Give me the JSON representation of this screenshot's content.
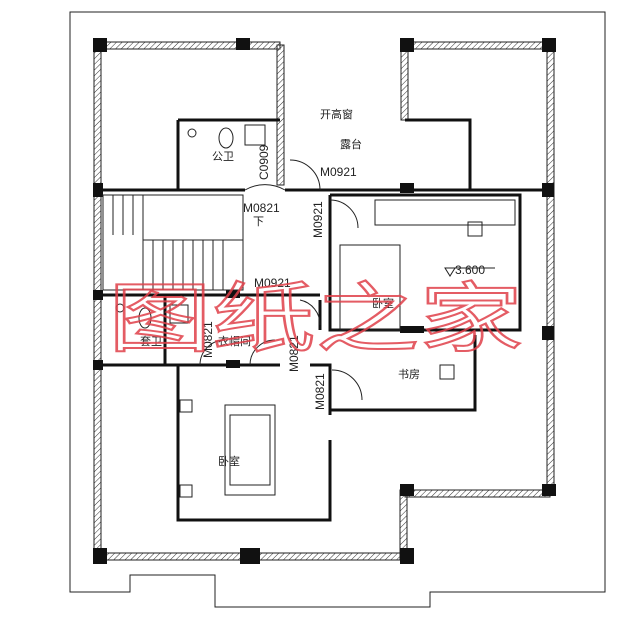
{
  "plan": {
    "labels": {
      "high_window": "开高窗",
      "terrace": "露台",
      "public_bath": "公卫",
      "window_c0909": "C0909",
      "door_terrace": "M0921",
      "door_bath": "M0821",
      "stairs_down": "下",
      "door_vertical_1": "M0921",
      "door_hall": "M0921",
      "elevation": "3.600",
      "bedroom_1": "卧室",
      "ensuite": "套卫",
      "door_ensuite": "M0821",
      "closet": "衣帽间",
      "door_closet": "M0821",
      "study": "书房",
      "door_study": "M0821",
      "bedroom_2": "卧室"
    },
    "watermark": "图纸之家",
    "colors": {
      "wall": "#111111",
      "watermark": "#e0404a"
    }
  }
}
